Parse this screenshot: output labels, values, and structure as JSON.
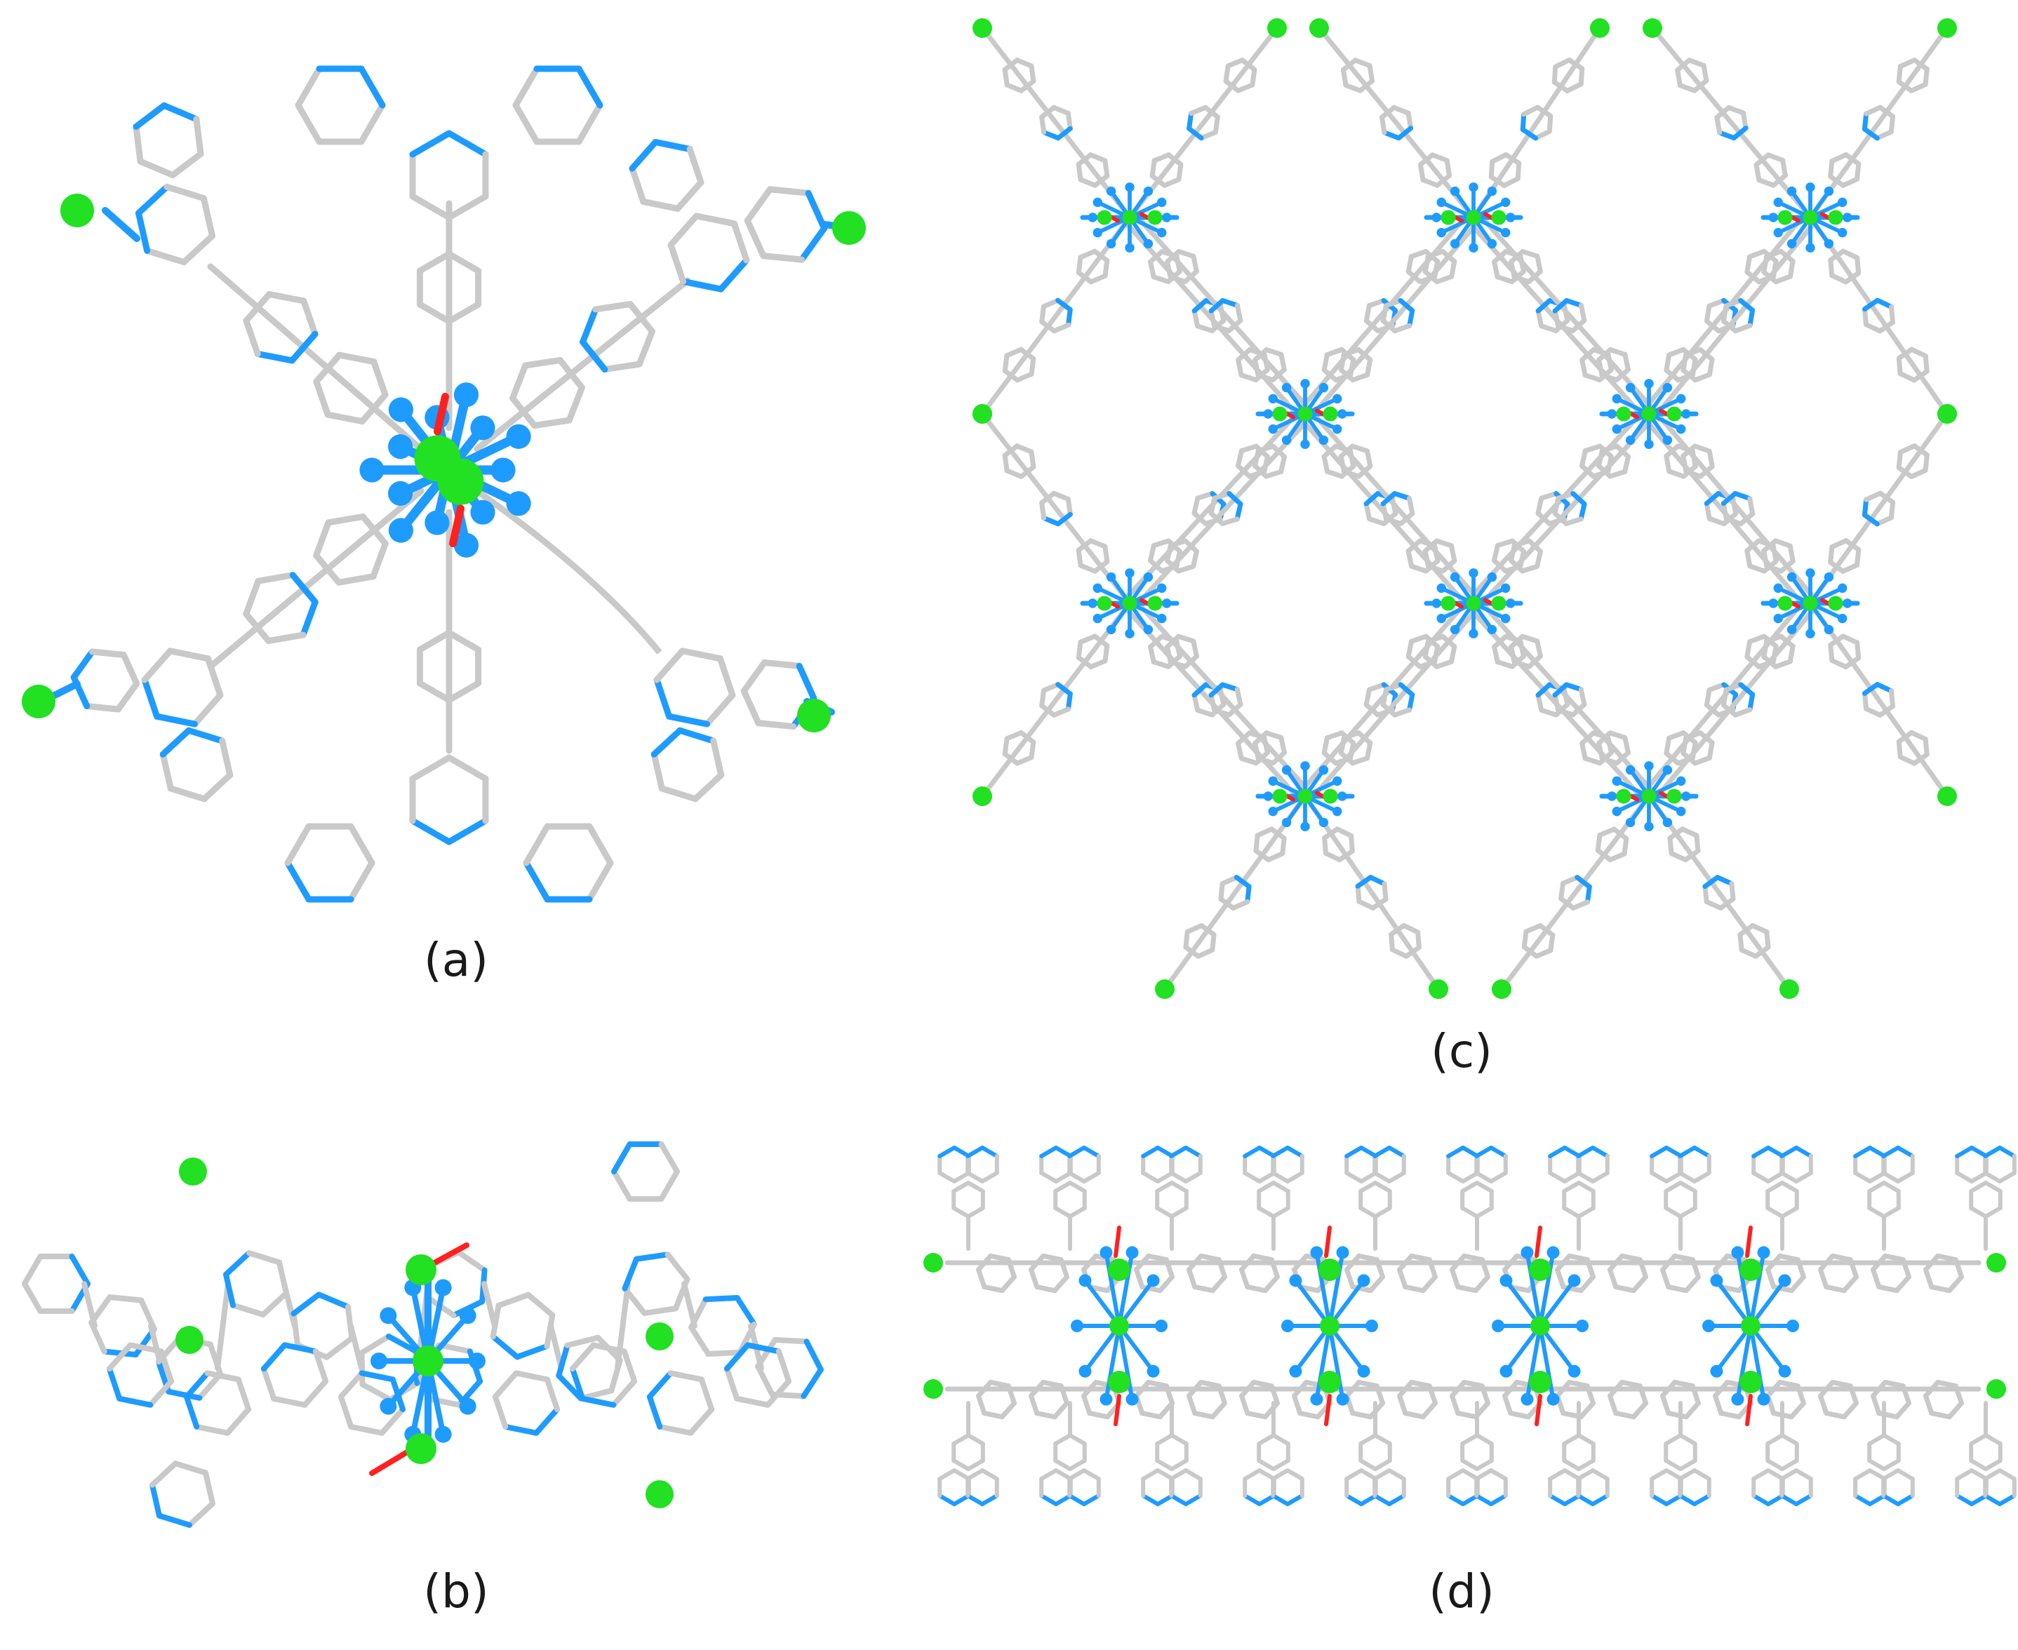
{
  "captions": {
    "a": "(a)",
    "b": "(b)",
    "c": "(c)",
    "d": "(d)"
  },
  "colors": {
    "carbon_bond": "#c9c9c9",
    "carbon_bond_dark": "#8f8f8f",
    "nitrogen": "#1e9bff",
    "metal": "#22e022",
    "oxygen": "#ff2020"
  }
}
